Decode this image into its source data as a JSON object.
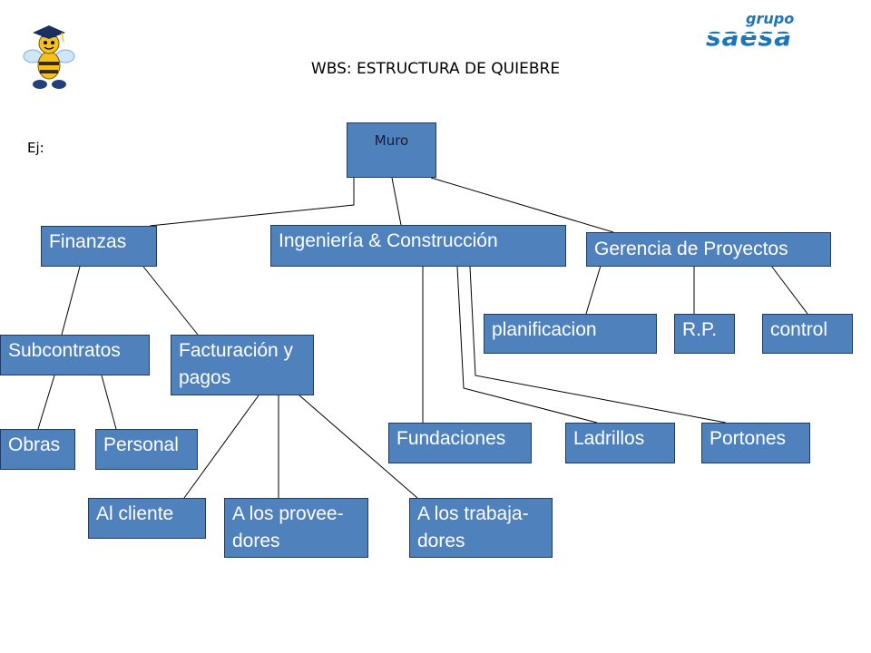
{
  "slide": {
    "title": "WBS: ESTRUCTURA DE QUIEBRE",
    "example_label": "Ej:",
    "logo_text": "grupo saesa"
  },
  "wbs": {
    "root": "Muro",
    "finanzas": "Finanzas",
    "ingenieria": "Ingeniería  & Construcción",
    "gerencia": "Gerencia de Proyectos",
    "subcontratos": "Subcontratos",
    "facturacion_l1": "Facturación y",
    "facturacion_l2": "pagos",
    "obras": "Obras",
    "personal": "Personal",
    "al_cliente": "Al cliente",
    "proveedores_l1": "A los provee-",
    "proveedores_l2": "dores",
    "trabajadores_l1": "A los trabaja-",
    "trabajadores_l2": "dores",
    "fundaciones": "Fundaciones",
    "ladrillos": "Ladrillos",
    "portones": "Portones",
    "planificacion": "planificacion",
    "rp": "R.P.",
    "control": "control"
  },
  "colors": {
    "node_fill": "#4f81bd",
    "node_border": "#1f3b63",
    "node_text": "#ffffff",
    "connector": "#000000",
    "logo_blue": "#1b75bb"
  },
  "icons": {
    "mascot": "graduate-bee-mascot-icon",
    "logo": "saesa-logo"
  }
}
